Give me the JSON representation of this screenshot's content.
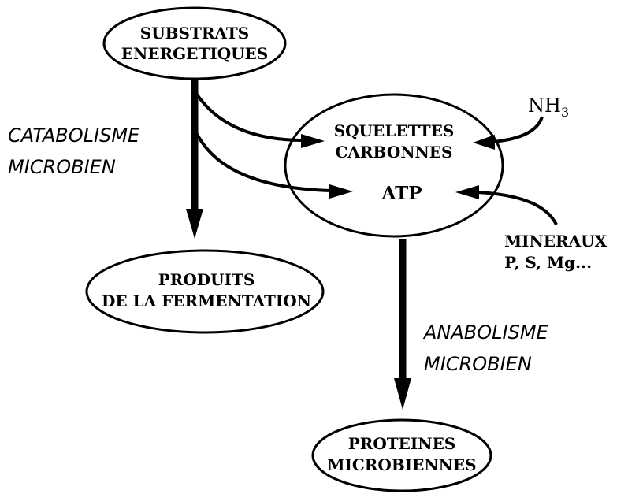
{
  "nodes": {
    "substrats": {
      "line1": "SUBSTRATS",
      "line2": "ENERGETIQUES"
    },
    "squelettes": {
      "line1": "SQUELETTES",
      "line2": "CARBONNES",
      "line3": "ATP"
    },
    "produits": {
      "line1": "PRODUITS",
      "line2": "DE LA FERMENTATION"
    },
    "proteines": {
      "line1": "PROTEINES",
      "line2": "MICROBIENNES"
    }
  },
  "inputs": {
    "nh3_main": "NH",
    "nh3_sub": "3",
    "mineraux_line1": "MINERAUX",
    "mineraux_line2": "P, S, Mg..."
  },
  "labels": {
    "catabolisme_line1": "CATABOLISME",
    "catabolisme_line2": "MICROBIEN",
    "anabolisme_line1": "ANABOLISME",
    "anabolisme_line2": "MICROBIEN"
  }
}
